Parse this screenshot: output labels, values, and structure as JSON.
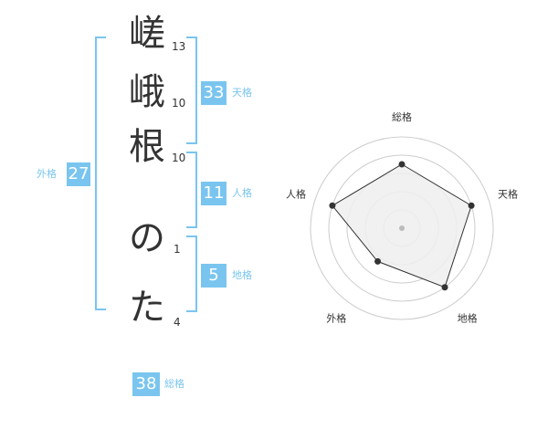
{
  "characters": [
    {
      "char": "嵯",
      "strokes": "13"
    },
    {
      "char": "峨",
      "strokes": "10"
    },
    {
      "char": "根",
      "strokes": "10"
    },
    {
      "char": "の",
      "strokes": "1"
    },
    {
      "char": "た",
      "strokes": "4"
    }
  ],
  "kaku": {
    "tenkaku": {
      "value": "33",
      "label": "天格"
    },
    "jinkaku": {
      "value": "11",
      "label": "人格"
    },
    "chikaku": {
      "value": "5",
      "label": "地格"
    },
    "gaikaku": {
      "value": "27",
      "label": "外格"
    },
    "soukaku": {
      "value": "38",
      "label": "総格"
    }
  },
  "radar": {
    "labels": {
      "top": "総格",
      "right": "天格",
      "bottom_right": "地格",
      "bottom_left": "外格",
      "left": "人格"
    },
    "scores": {
      "soukaku": 0.7,
      "tenkaku": 0.8,
      "chikaku": 0.8,
      "gaikaku": 0.45,
      "jinkaku": 0.8
    },
    "colors": {
      "fill": "#eeeeee",
      "line": "#333333",
      "ring": "#cccccc",
      "center": "#bbbbbb"
    }
  }
}
